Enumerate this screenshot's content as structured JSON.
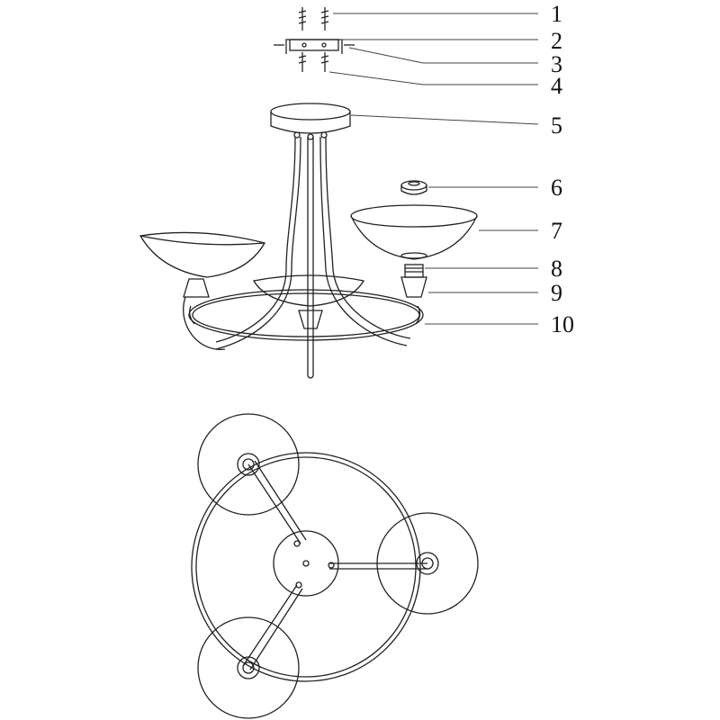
{
  "callouts": [
    {
      "n": "1",
      "part": "screw"
    },
    {
      "n": "2",
      "part": "mounting-bracket"
    },
    {
      "n": "3",
      "part": "bracket-screw"
    },
    {
      "n": "4",
      "part": "wall-plug"
    },
    {
      "n": "5",
      "part": "ceiling-canopy"
    },
    {
      "n": "6",
      "part": "shade-ring-nut"
    },
    {
      "n": "7",
      "part": "glass-shade"
    },
    {
      "n": "8",
      "part": "bulb-socket"
    },
    {
      "n": "9",
      "part": "socket-cup"
    },
    {
      "n": "10",
      "part": "frame-ring"
    }
  ],
  "colors": {
    "line": "#222222",
    "background": "#ffffff",
    "shade_fill": "#f7f7f7"
  }
}
